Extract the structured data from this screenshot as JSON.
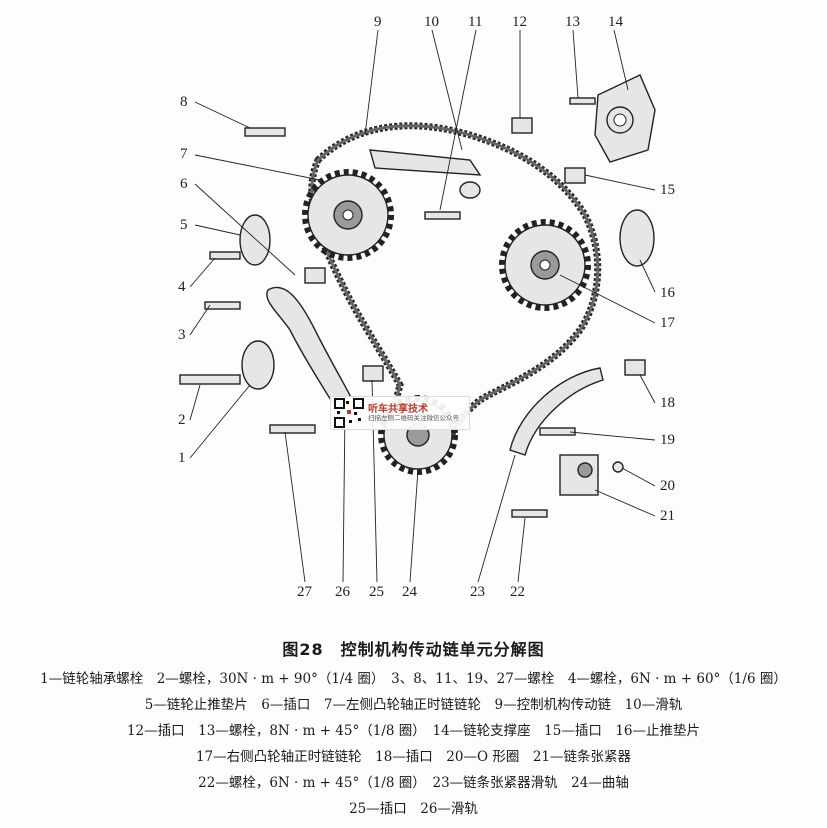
{
  "callouts": [
    "1",
    "2",
    "3",
    "4",
    "5",
    "6",
    "7",
    "8",
    "9",
    "10",
    "11",
    "12",
    "13",
    "14",
    "15",
    "16",
    "17",
    "18",
    "19",
    "20",
    "21",
    "22",
    "23",
    "24",
    "25",
    "26",
    "27"
  ],
  "watermark": {
    "title": "听车共享技术",
    "subtitle": "扫描左侧二维码关注微信公众号"
  },
  "caption": {
    "number": "图28",
    "title": "控制机构传动链单元分解图"
  },
  "legend_lines": [
    "1—链轮轴承螺栓　2—螺栓，30N · m + 90°（1/4 圈）　3、8、11、19、27—螺栓　4—螺栓，6N · m + 60°（1/6 圈）",
    "5—链轮止推垫片　6—插口　7—左侧凸轮轴正时链链轮　9—控制机构传动链　10—滑轨",
    "12—插口　13—螺栓，8N · m + 45°（1/8 圈）　14—链轮支撑座　15—插口　16—止推垫片",
    "17—右侧凸轮轴正时链链轮　18—插口　20—O 形圈　21—链条张紧器",
    "22—螺栓，6N · m + 45°（1/8 圈）　23—链条张紧器滑轨　24—曲轴",
    "25—插口　26—滑轨"
  ]
}
